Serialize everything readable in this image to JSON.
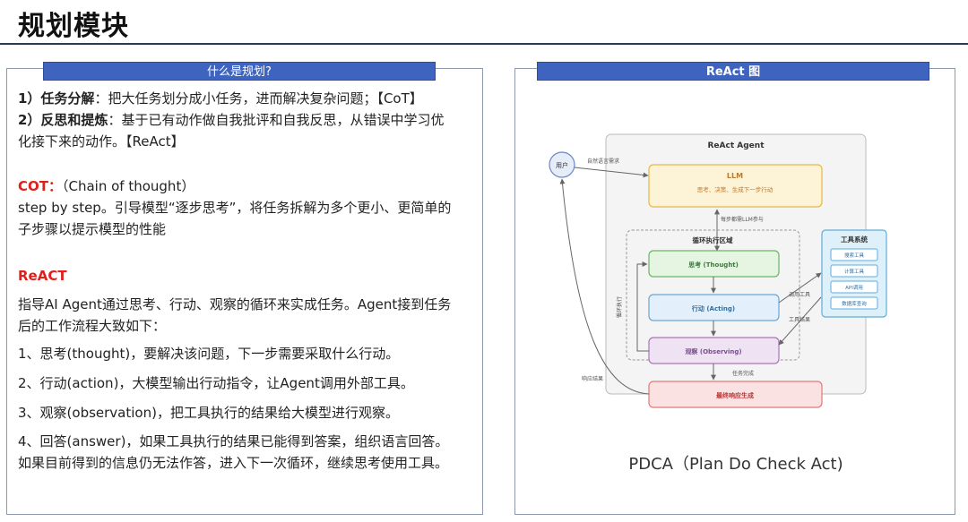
{
  "page": {
    "title": "规划模块"
  },
  "left": {
    "header": "什么是规划?",
    "item1_bold": "1）任务分解",
    "item1_text": "：把大任务划分成小任务，进而解决复杂问题；【CoT】",
    "item2_bold": "2）反思和提炼",
    "item2_text_a": "：基于已有动作做自我批评和自我反思，从错误中学习优",
    "item2_text_b": "化接下来的动作。【ReAct】",
    "cot_label": "COT：",
    "cot_sub": "（Chain of thought）",
    "cot_desc_a": "step by step。引导模型“逐步思考”，将任务拆解为多个更小、更简单的",
    "cot_desc_b": "子步骤以提示模型的性能",
    "react_label": "ReACT",
    "react_desc_a": "指导AI Agent通过思考、行动、观察的循环来实成任务。Agent接到任务",
    "react_desc_b": "后的工作流程大致如下：",
    "step1": "1、思考(thought)，要解决该问题，下一步需要采取什么行动。",
    "step2": "2、行动(action)，大模型输出行动指令，让Agent调用外部工具。",
    "step3": "3、观察(observation)，把工具执行的结果给大模型进行观察。",
    "step4_a": "4、回答(answer)，如果工具执行的结果已能得到答案，组织语言回答。",
    "step4_b": "如果目前得到的信息仍无法作答，进入下一次循环，继续思考使用工具。"
  },
  "right": {
    "header": "ReAct 图",
    "caption": "PDCA（Plan Do Check Act)",
    "diagram": {
      "agent_title": "ReAct Agent",
      "user": "用户",
      "user_req": "自然语言需求",
      "llm_title": "LLM",
      "llm_sub": "思考、决策、生成下一步行动",
      "llm_note": "每步都需LLM参与",
      "loop_title": "循环执行区域",
      "thought": "思考 (Thought)",
      "acting": "行动 (Acting)",
      "observing": "观察 (Observing)",
      "final": "最终响应生成",
      "loop_exec": "循环执行",
      "call_tool": "调用工具",
      "tool_result": "工具结果",
      "task_done": "任务完成",
      "response_result": "响应结果",
      "tools_title": "工具系统",
      "tools": [
        "搜索工具",
        "计算工具",
        "API调用",
        "数据库查询"
      ]
    },
    "colors": {
      "llm_fill": "#fdf3d6",
      "llm_stroke": "#e8b64a",
      "thought_fill": "#e6f4e2",
      "thought_stroke": "#6cb36a",
      "acting_fill": "#e3f0fb",
      "acting_stroke": "#6aa6d6",
      "observing_fill": "#efe3f3",
      "observing_stroke": "#a677b8",
      "final_fill": "#fbe2e2",
      "final_stroke": "#e07a7a",
      "tools_fill": "#def0fa",
      "tools_stroke": "#5daed8",
      "user_fill": "#e6ecf8",
      "user_stroke": "#6c86c6"
    }
  }
}
